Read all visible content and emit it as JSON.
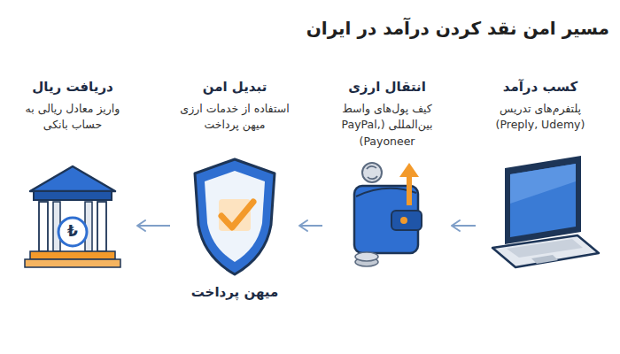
{
  "diagram": {
    "title": "مسیر امن نقد کردن درآمد در ایران",
    "nodes": [
      {
        "text": [
          "کسب درآمد",
          "پلتفرم‌های تدریس (Preply, Udemy)"
        ]
      },
      {
        "text": [
          "انتقال ارزی",
          "کیف پول‌های واسط بین‌المللی (PayPal, Payoneer)"
        ]
      },
      {
        "text": [
          "تبدیل امن",
          "استفاده از خدمات ارزی میهن پرداخت",
          "میهن پرداخت"
        ]
      },
      {
        "text": [
          "دریافت ریال",
          "واریز معادل ریالی به حساب بانکی"
        ]
      }
    ],
    "edges": [
      {
        "from": 0,
        "to": 1,
        "arrow": "to"
      },
      {
        "from": 1,
        "to": 2,
        "arrow": "to"
      },
      {
        "from": 2,
        "to": 3,
        "arrow": "to"
      }
    ],
    "labels": [
      "₺"
    ]
  }
}
